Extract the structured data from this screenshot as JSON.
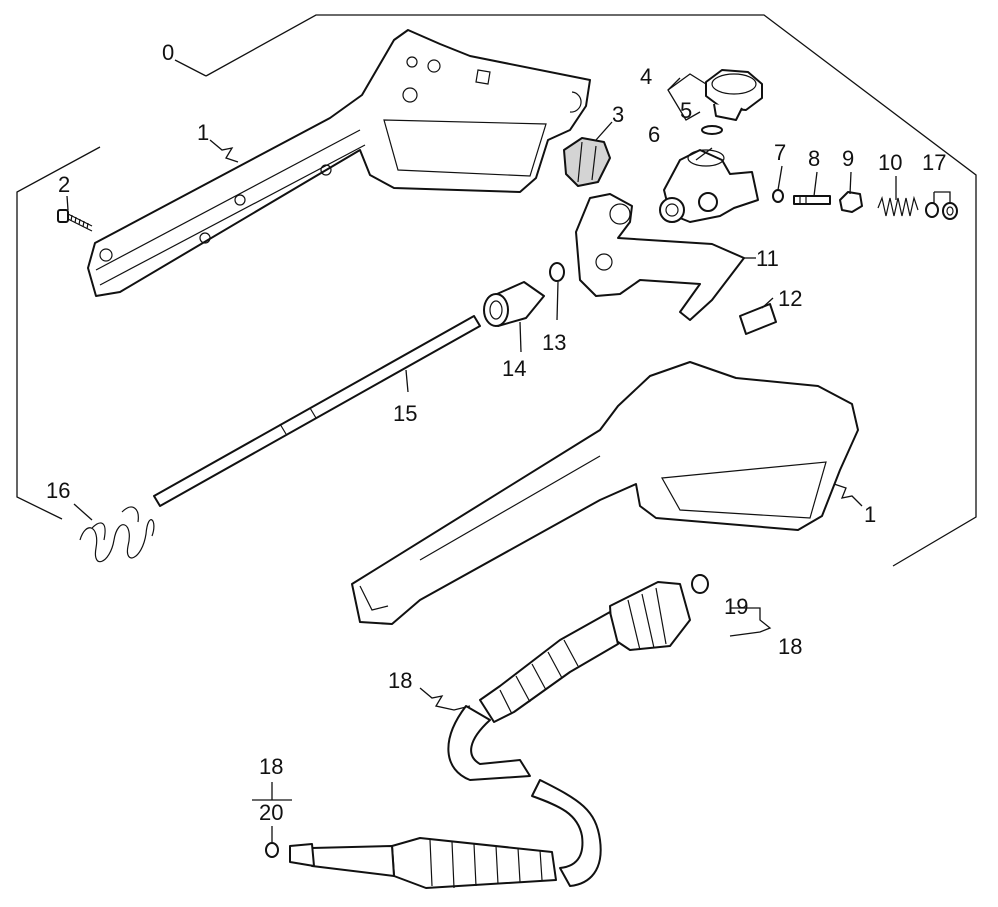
{
  "diagram": {
    "part_numbers": {
      "p0": "0",
      "p1_top": "1",
      "p1_right": "1",
      "p2": "2",
      "p3": "3",
      "p4": "4",
      "p5": "5",
      "p6": "6",
      "p7": "7",
      "p8": "8",
      "p9": "9",
      "p10": "10",
      "p11": "11",
      "p12": "12",
      "p13": "13",
      "p14": "14",
      "p15": "15",
      "p16": "16",
      "p17": "17",
      "p18_right": "18",
      "p18_hose": "18",
      "p18_left": "18",
      "p19": "19",
      "p20": "20"
    }
  }
}
